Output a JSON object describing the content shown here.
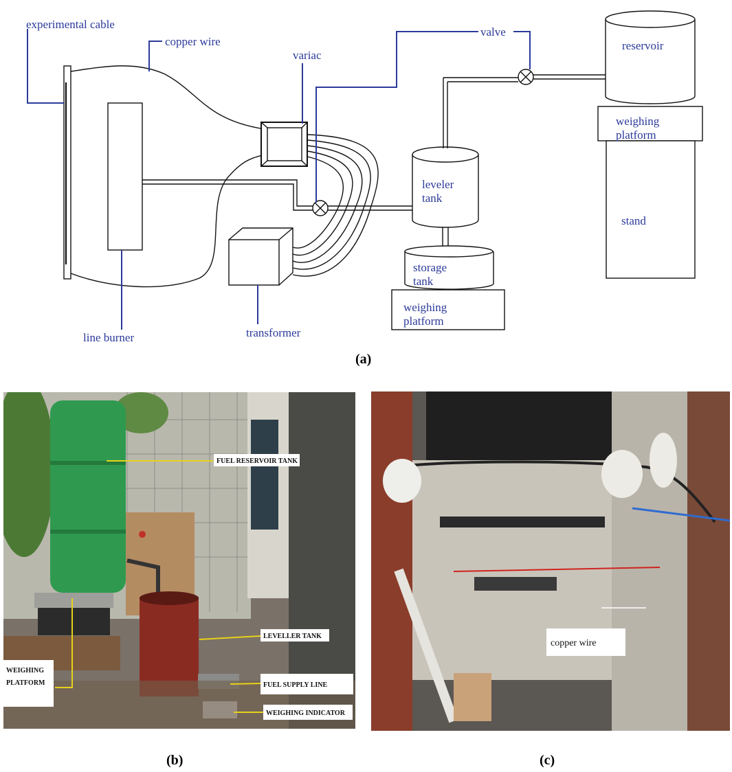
{
  "schematic": {
    "labels": {
      "experimental_cable": "experimental cable",
      "copper_wire": "copper wire",
      "variac": "variac",
      "valve": "valve",
      "reservoir": "reservoir",
      "weighing_platform_right_1": "weighing",
      "weighing_platform_right_2": "platform",
      "leveler_tank_1": "leveler",
      "leveler_tank_2": "tank",
      "stand": "stand",
      "storage_tank_1": "storage",
      "storage_tank_2": "tank",
      "weighing_platform_bottom_1": "weighing",
      "weighing_platform_bottom_2": "platform",
      "line_burner": "line burner",
      "transformer": "transformer"
    },
    "caption": "(a)"
  },
  "photo_b": {
    "tags": {
      "fuel_reservoir_tank": "FUEL RESERVOIR TANK",
      "leveller_tank": "LEVELLER TANK",
      "weighing_platform_1": "WEIGHING",
      "weighing_platform_2": "PLATFORM",
      "fuel_supply_line": "FUEL SUPPLY LINE",
      "weighing_indicator": "WEIGHING INDICATOR"
    },
    "caption": "(b)"
  },
  "photo_c": {
    "tags": {
      "copper_wire": "copper wire"
    },
    "caption": "(c)"
  },
  "colors": {
    "label_blue": "#2b3a9a",
    "line": "#111111",
    "leader": "#2b3a9a"
  }
}
